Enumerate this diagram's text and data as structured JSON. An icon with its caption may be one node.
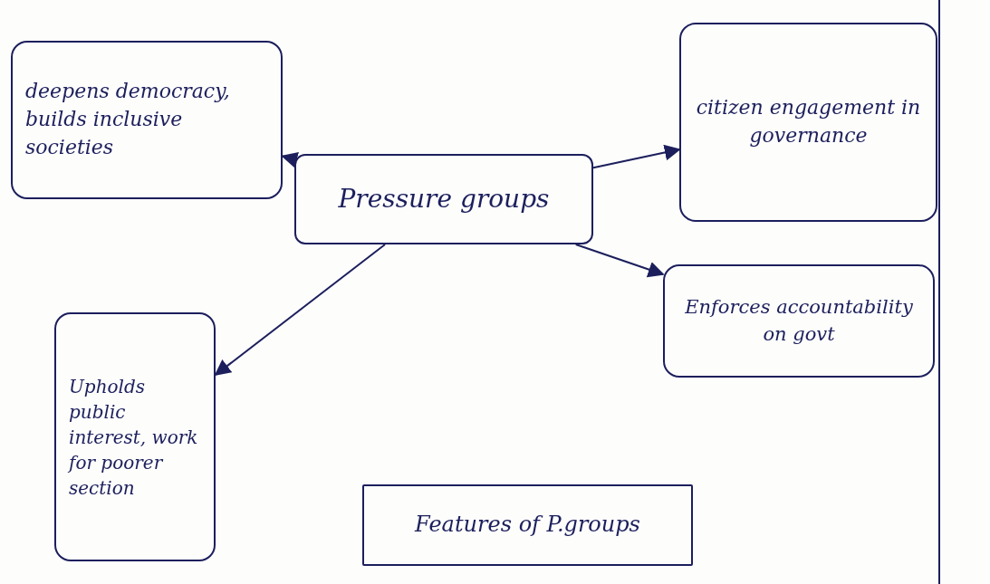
{
  "diagram": {
    "nodes": [
      {
        "text": [
          "deepens democracy, builds inclusive societies"
        ]
      },
      {
        "text": [
          "citizen engagement in governance"
        ]
      },
      {
        "text": [
          "Pressure groups"
        ]
      },
      {
        "text": [
          "Enforces accountability on govt"
        ]
      },
      {
        "text": [
          "Upholds public interest, work for poorer section"
        ]
      },
      {
        "text": [
          "Features of P.groups"
        ]
      }
    ],
    "edges": [
      {
        "from": 2,
        "to": 0,
        "arrow": "to"
      },
      {
        "from": 2,
        "to": 1,
        "arrow": "to"
      },
      {
        "from": 2,
        "to": 3,
        "arrow": "to"
      },
      {
        "from": 2,
        "to": 4,
        "arrow": "to"
      }
    ]
  }
}
